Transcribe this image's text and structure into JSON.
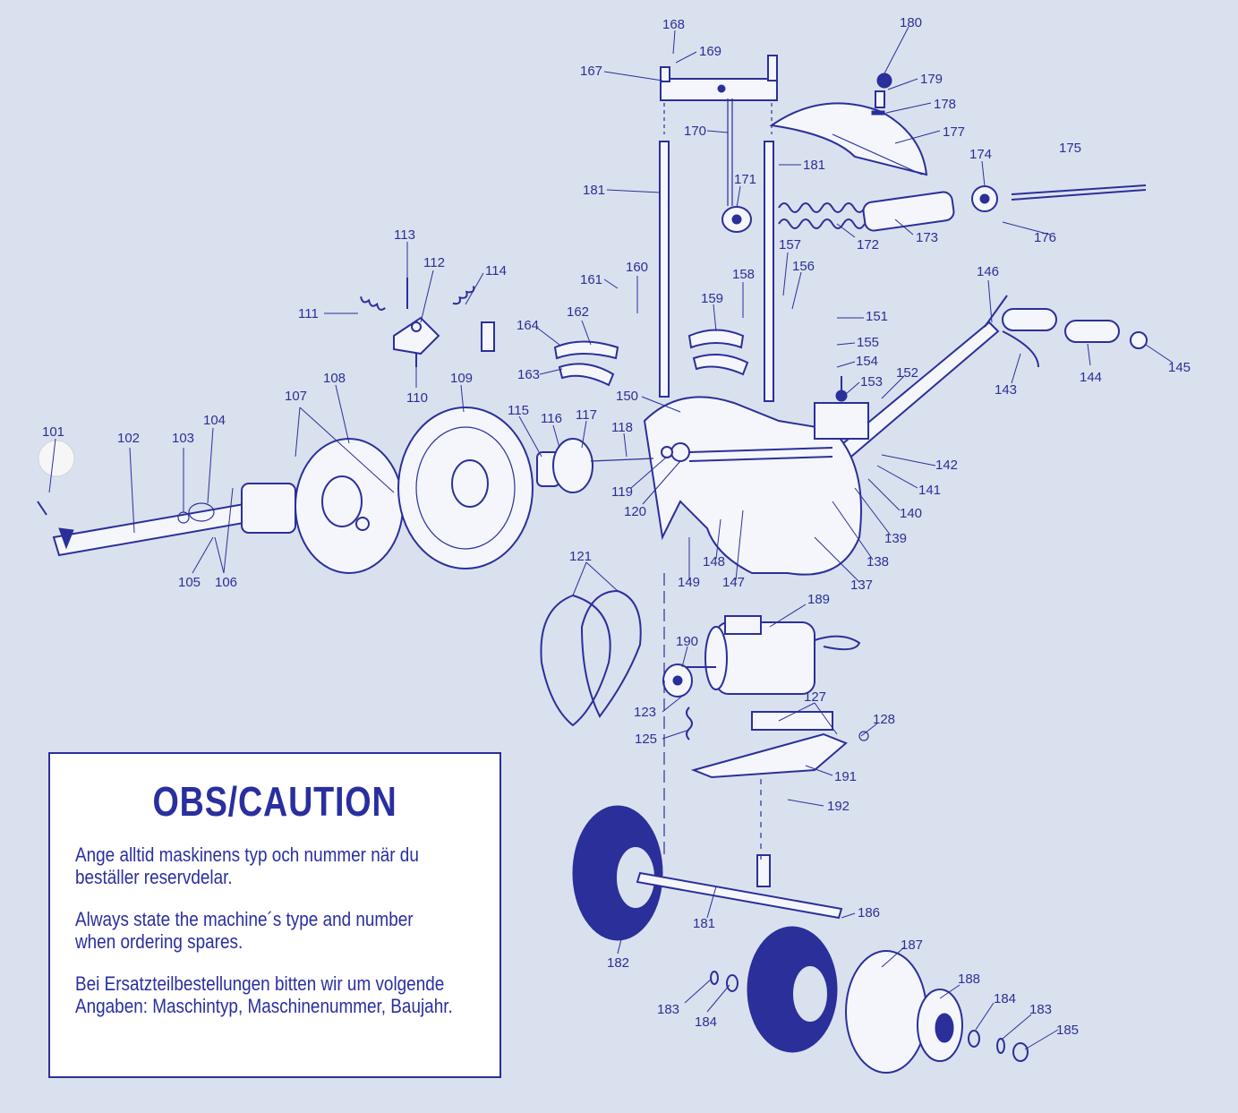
{
  "labels": {
    "p101": "101",
    "p102": "102",
    "p103": "103",
    "p104": "104",
    "p105": "105",
    "p106": "106",
    "p107": "107",
    "p108": "108",
    "p109": "109",
    "p110": "110",
    "p111": "111",
    "p112": "112",
    "p113": "113",
    "p114": "114",
    "p115": "115",
    "p116": "116",
    "p117": "117",
    "p118": "118",
    "p119": "119",
    "p120": "120",
    "p121": "121",
    "p123": "123",
    "p125": "125",
    "p127": "127",
    "p128": "128",
    "p137": "137",
    "p138": "138",
    "p139": "139",
    "p140": "140",
    "p141": "141",
    "p142": "142",
    "p143": "143",
    "p144": "144",
    "p145": "145",
    "p146": "146",
    "p147": "147",
    "p148": "148",
    "p149": "149",
    "p150": "150",
    "p151": "151",
    "p152": "152",
    "p153": "153",
    "p154": "154",
    "p155": "155",
    "p156": "156",
    "p157": "157",
    "p158": "158",
    "p159": "159",
    "p160": "160",
    "p161": "161",
    "p162": "162",
    "p163": "163",
    "p164": "164",
    "p167": "167",
    "p168": "168",
    "p169": "169",
    "p170": "170",
    "p171": "171",
    "p172": "172",
    "p173": "173",
    "p174": "174",
    "p175": "175",
    "p176": "176",
    "p177": "177",
    "p178": "178",
    "p179": "179",
    "p180": "180",
    "p181a": "181",
    "p181b": "181",
    "p181c": "181",
    "p182": "182",
    "p183a": "183",
    "p183b": "183",
    "p184a": "184",
    "p184b": "184",
    "p185": "185",
    "p186": "186",
    "p187": "187",
    "p188": "188",
    "p189": "189",
    "p190": "190",
    "p191": "191",
    "p192": "192"
  },
  "caution": {
    "title": "OBS/CAUTION",
    "swedish_1": "Ange alltid maskinens typ och nummer när du",
    "swedish_2": "beställer reservdelar.",
    "english_1": "Always state the machine´s type and number",
    "english_2": "when ordering spares.",
    "german_1": "Bei Ersatzteilbestellungen bitten wir um volgende",
    "german_2": "Angaben: Maschintyp, Maschinenummer, Baujahr."
  },
  "colors": {
    "ink": "#2b2f9a",
    "paper": "#d9e1ee",
    "box": "#ffffff"
  }
}
